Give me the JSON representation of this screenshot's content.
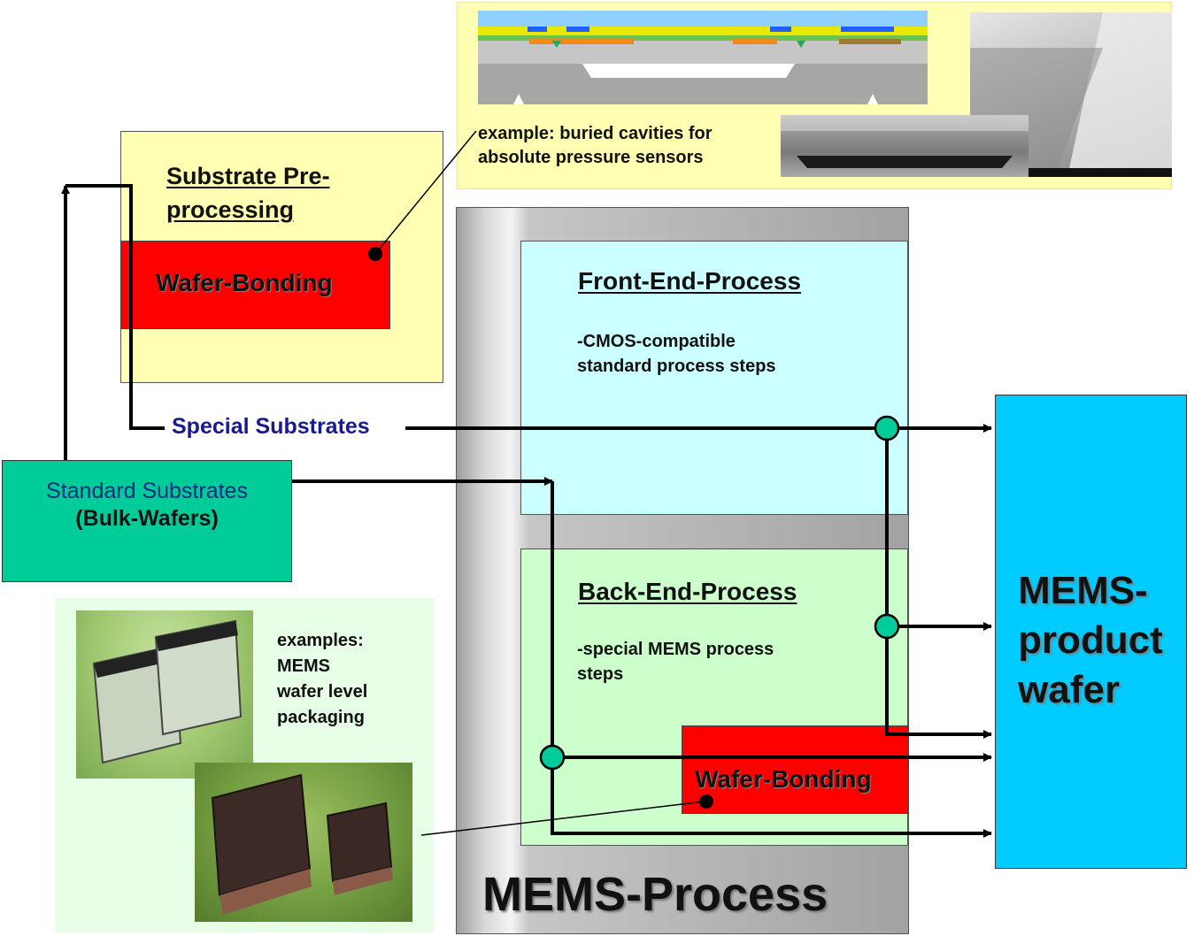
{
  "top_example": {
    "label_line1": "example: buried cavities for",
    "label_line2": "absolute pressure sensors"
  },
  "substrate_preprocessing": {
    "title_line1": "Substrate Pre-",
    "title_line2": "processing",
    "wafer_bonding_label": "Wafer-Bonding"
  },
  "special_substrates_label": "Special Substrates",
  "standard_substrates": {
    "line1": "Standard Substrates",
    "line2": "(Bulk-Wafers)"
  },
  "mems_process": {
    "label": "MEMS-Process",
    "front_end": {
      "title": "Front-End-Process",
      "desc_line1": "-CMOS-compatible",
      "desc_line2": "standard process steps"
    },
    "back_end": {
      "title": "Back-End-Process",
      "desc_line1": "-special MEMS process",
      "desc_line2": "steps",
      "wafer_bonding_label": "Wafer-Bonding"
    }
  },
  "product": {
    "line1": "MEMS-",
    "line2": "product",
    "line3": "wafer"
  },
  "packaging_example": {
    "line1": "examples:",
    "line2": "MEMS",
    "line3": "wafer level",
    "line4": "packaging"
  },
  "colors": {
    "yellow_panel": "#ffffb3",
    "wafer_bonding_red": "#ff0000",
    "front_end_cyan": "#ccffff",
    "back_end_green": "#ccffcc",
    "standard_substrates_teal": "#00cc99",
    "product_blue": "#00ccff",
    "junction_node": "#00cc99"
  }
}
